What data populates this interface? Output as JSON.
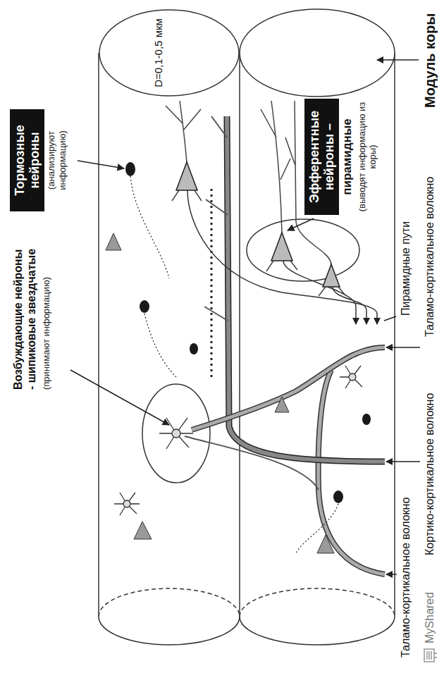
{
  "diagram": {
    "nodes": [
      {
        "text": [
          "D=0,1-0,5 мкм"
        ]
      },
      {
        "text": [
          "Тормозные нейроны",
          "(анализируют информацию)"
        ]
      },
      {
        "text": [
          "Эфферентные нейроны –",
          "пирамидные",
          "(выводят информацию из коры)"
        ]
      }
    ],
    "labels": [
      "Модуль коры",
      "Возбуждающие нейроны - шипиковые звездчатые",
      "(принимают информацию)",
      "Пирамидные пути",
      "Таламо-кортикальное волокно",
      "Кортико-кортикальное волокно",
      "Таламо-кортикальное волокно",
      "MyShared"
    ]
  }
}
